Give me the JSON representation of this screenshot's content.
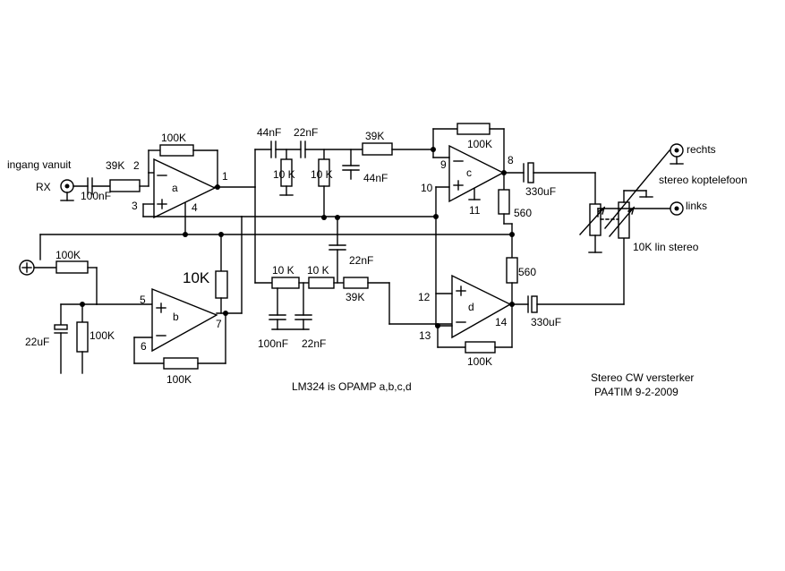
{
  "labels": {
    "input_label": "ingang vanuit",
    "rx": "RX",
    "r_39k_in": "39K",
    "c_100nf_in": "100nF",
    "r_100k_fb_a": "100K",
    "opamp_a": "a",
    "pin2": "2",
    "pin3": "3",
    "pin1": "1",
    "pin4": "4",
    "c_44nf_top": "44nF",
    "c_22nf_top": "22nF",
    "r_10k_1": "10 K",
    "r_10k_2": "10 K",
    "c_44nf_shunt": "44nF",
    "r_39k_top": "39K",
    "r_100k_fb_c": "100K",
    "opamp_c": "c",
    "pin9": "9",
    "pin10": "10",
    "pin8": "8",
    "pin11": "11",
    "c_330uf_top": "330uF",
    "r_560_top": "560",
    "r_10k_bias": "10K",
    "r_100k_div": "100K",
    "c_22uf": "22uF",
    "r_100k_gnd": "100K",
    "opamp_b": "b",
    "pin5": "5",
    "pin6": "6",
    "pin7": "7",
    "r_100k_fb_b": "100K",
    "c_22nf_mid": "22nF",
    "r_10k_bot1": "10 K",
    "r_10k_bot2": "10 K",
    "r_39k_bot": "39K",
    "c_100nf_bot": "100nF",
    "c_22nf_bot": "22nF",
    "r_560_bot": "560",
    "opamp_d": "d",
    "pin12": "12",
    "pin13": "13",
    "pin14": "14",
    "c_330uf_bot": "330uF",
    "r_100k_fb_d": "100K",
    "rechts": "rechts",
    "stereo": "stereo koptelefoon",
    "links": "links",
    "pot": "10K lin stereo",
    "lm324": "LM324 is OPAMP a,b,c,d",
    "title": "Stereo CW versterker",
    "author": "PA4TIM 9-2-2009"
  }
}
